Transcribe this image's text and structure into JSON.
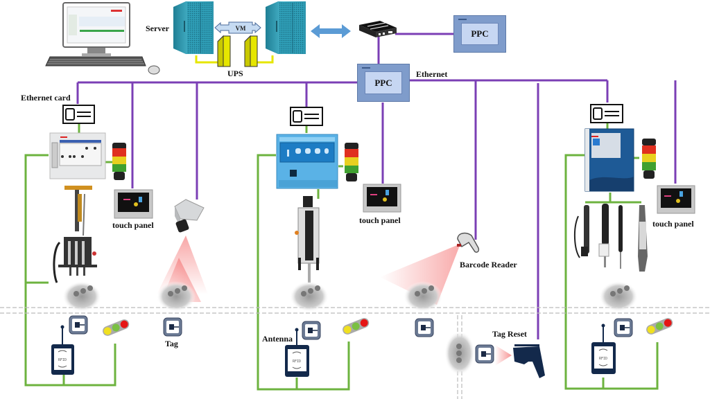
{
  "title": "Manufacturing line network architecture",
  "colors": {
    "ethernet": "#7b3fb5",
    "fieldbus": "#6db33f",
    "ppc_fill": "#7f9ccb",
    "ppc_screen": "#c6d6f2",
    "ups": "#e6e600",
    "arrow_blue": "#5b9bd5",
    "rfid_dark": "#13294b",
    "beam": "#f05050"
  },
  "labels": {
    "server": "Server",
    "vm": "VM",
    "ups": "UPS",
    "ppc_top": "PPC",
    "ppc_main": "PPC",
    "ethernet": "Ethernet",
    "ethernet_card": "Ethernet card",
    "touch_panel_1": "touch panel",
    "touch_panel_2": "touch panel",
    "touch_panel_3": "touch panel",
    "tag": "Tag",
    "antenna": "Antenna",
    "barcode_reader": "Barcode Reader",
    "tag_reset": "Tag Reset",
    "rfid_1": "RFID",
    "rfid_2": "RFID",
    "rfid_3": "RFID"
  },
  "nodes": [
    {
      "id": "workstation",
      "type": "computer"
    },
    {
      "id": "server-1",
      "type": "server"
    },
    {
      "id": "server-2",
      "type": "server"
    },
    {
      "id": "ups-1",
      "type": "ups"
    },
    {
      "id": "ups-2",
      "type": "ups"
    },
    {
      "id": "switch",
      "type": "network-switch"
    },
    {
      "id": "ppc-top",
      "type": "panel-pc"
    },
    {
      "id": "ppc-main",
      "type": "panel-pc"
    },
    {
      "id": "station-1",
      "type": "controller",
      "tool": "multi-spindle-nutrunner"
    },
    {
      "id": "camera",
      "type": "vision-camera"
    },
    {
      "id": "station-2",
      "type": "controller",
      "tool": "spindle-nutrunner"
    },
    {
      "id": "barcode-reader",
      "type": "barcode-scanner"
    },
    {
      "id": "tag-reset",
      "type": "handheld-rfid-reader"
    },
    {
      "id": "station-3",
      "type": "controller",
      "tool": "handheld-screwdrivers"
    }
  ]
}
